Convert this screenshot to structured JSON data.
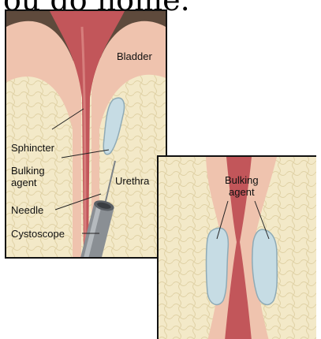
{
  "header_text": "ou go home.",
  "main_panel": {
    "labels": {
      "bladder": "Bladder",
      "sphincter": "Sphincter",
      "bulking_agent": "Bulking\nagent",
      "urethra": "Urethra",
      "needle": "Needle",
      "cystoscope": "Cystoscope"
    }
  },
  "inset_panel": {
    "labels": {
      "bulking_agent": "Bulking\nagent"
    }
  },
  "colors": {
    "tissue_beige": "#f3e9c8",
    "wall_pink": "#efc3ae",
    "lumen_red": "#c2565a",
    "bulking_agent_blue": "#c6dce4",
    "instrument_gray": "#8a8f94"
  }
}
